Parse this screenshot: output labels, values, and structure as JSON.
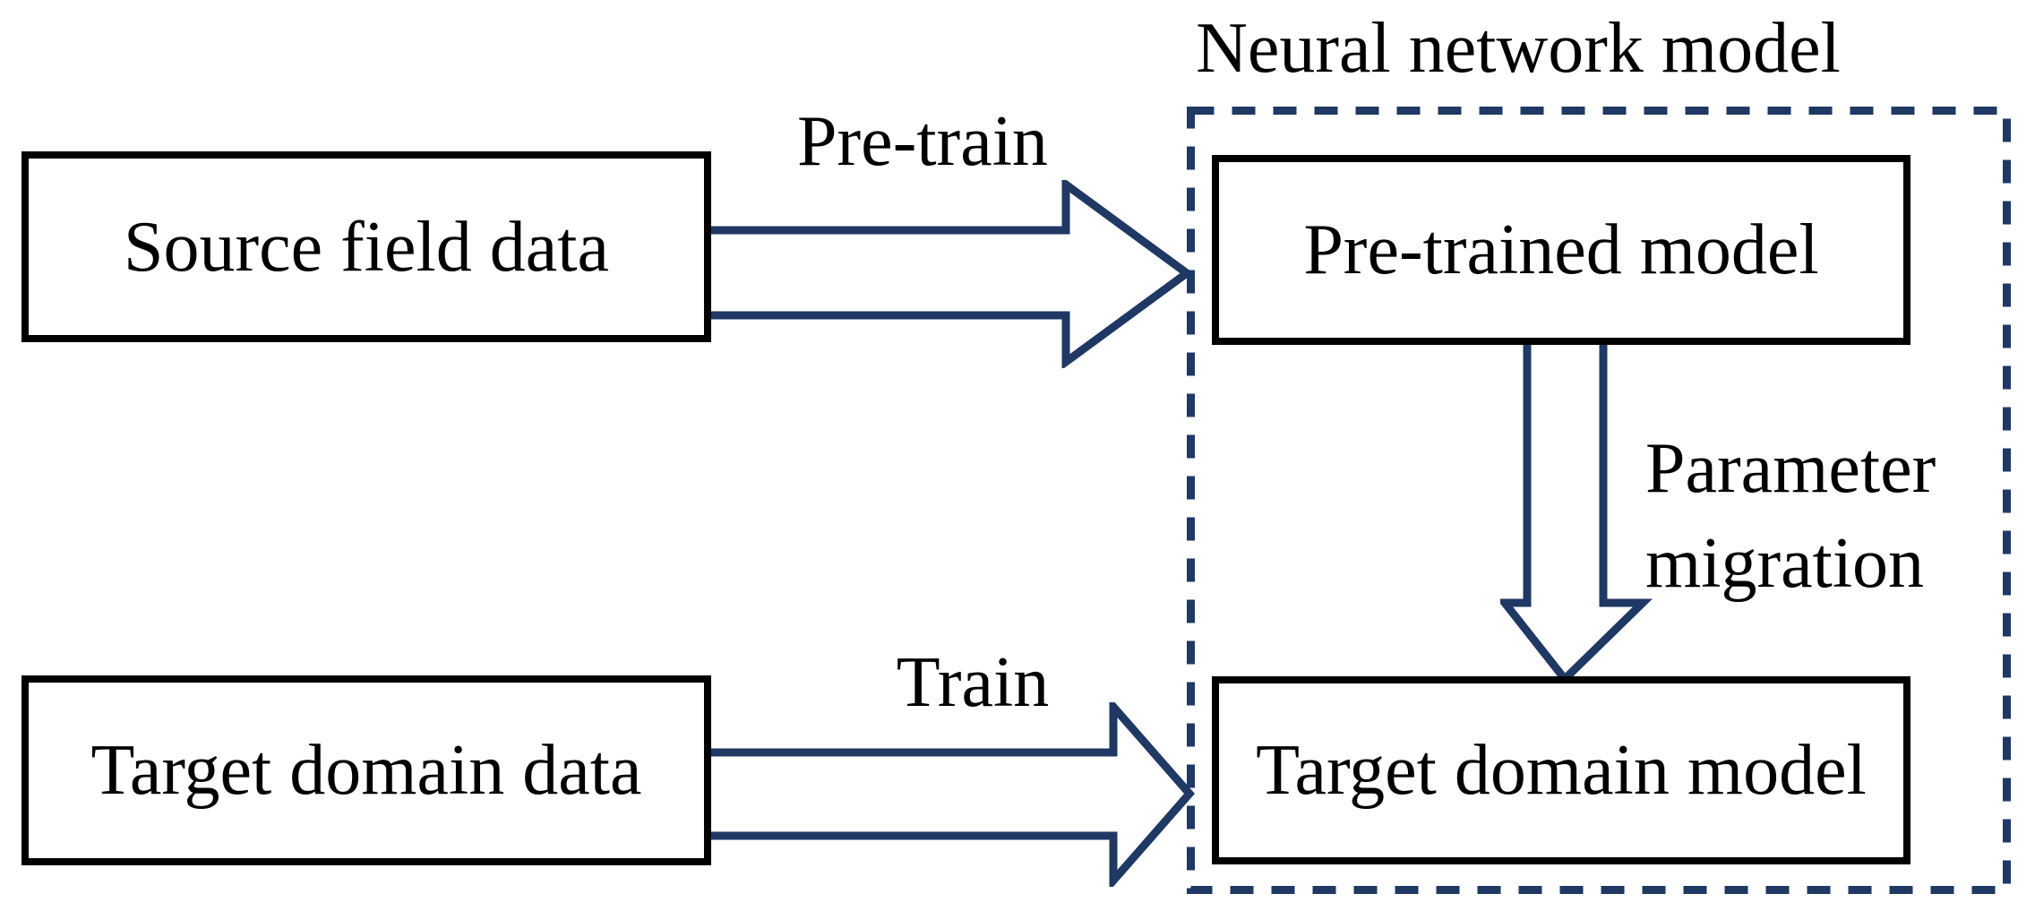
{
  "colors": {
    "navy": "#1f3864",
    "black": "#000000",
    "background": "#ffffff"
  },
  "container": {
    "label": "Neural network model"
  },
  "nodes": [
    {
      "id": "source-field-data",
      "label": "Source field data"
    },
    {
      "id": "pre-trained-model",
      "label": "Pre-trained model"
    },
    {
      "id": "target-domain-data",
      "label": "Target domain data"
    },
    {
      "id": "target-domain-model",
      "label": "Target domain model"
    }
  ],
  "edges": [
    {
      "id": "pre-train",
      "label": "Pre-train",
      "from": "source-field-data",
      "to": "pre-trained-model",
      "type": "block-arrow-right"
    },
    {
      "id": "train",
      "label": "Train",
      "from": "target-domain-data",
      "to": "target-domain-model",
      "type": "block-arrow-right"
    },
    {
      "id": "parameter-migration",
      "label": "Parameter migration",
      "from": "pre-trained-model",
      "to": "target-domain-model",
      "type": "block-arrow-down"
    }
  ]
}
